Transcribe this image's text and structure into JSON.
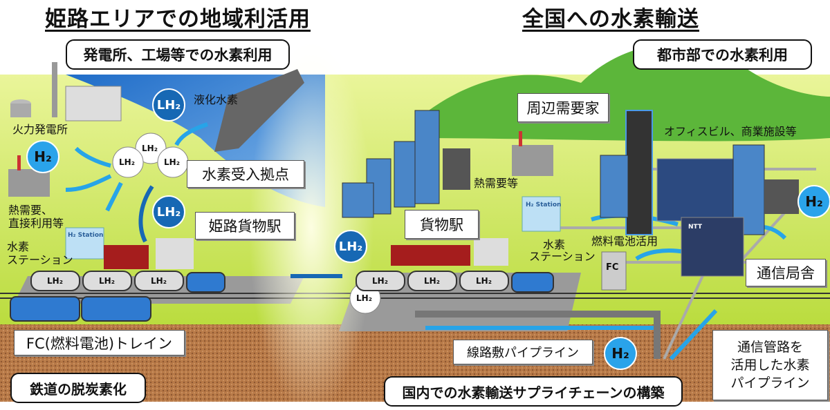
{
  "titles": {
    "left": "姫路エリアでの地域利活用",
    "right": "全国への水素輸送"
  },
  "callouts": {
    "left_top": "発電所、工場等での水素利用",
    "right_top": "都市部での水素利用",
    "left_bottom": "鉄道の脱炭素化",
    "center_bottom": "国内での水素輸送サプライチェーンの構築"
  },
  "labels": {
    "thermal_plant": "火力発電所",
    "heat_demand_1": "熱需要、",
    "heat_demand_2": "直接利用等",
    "station_left_1": "水素",
    "station_left_2": "ステーション",
    "liquefied": "液化水素",
    "receiving_base": "水素受入拠点",
    "himeji_station": "姫路貨物駅",
    "freight_station": "貨物駅",
    "nearby_consumers": "周辺需要家",
    "office": "オフィスビル、商業施設等",
    "heat_demand_right": "熱需要等",
    "station_right_1": "水素",
    "station_right_2": "ステーション",
    "fuel_cell_use": "燃料電池活用",
    "telecom_building": "通信局舎",
    "fc_train": "FC(燃料電池)トレイン",
    "track_pipeline": "線路敷パイプライン",
    "conduit_1": "通信管路を",
    "conduit_2": "活用した水素",
    "conduit_3": "パイプライン",
    "fc_box": "FC",
    "h2_station_sign": "H₂ Station",
    "ntt": "NTT"
  },
  "badges": {
    "lh2": "LH₂",
    "h2": "H₂"
  },
  "colors": {
    "lh2": "#1768b4",
    "h2": "#2aa3ea",
    "ground": "#d9ec6e",
    "sea": "#2a78cf",
    "soil": "#b5794a"
  }
}
